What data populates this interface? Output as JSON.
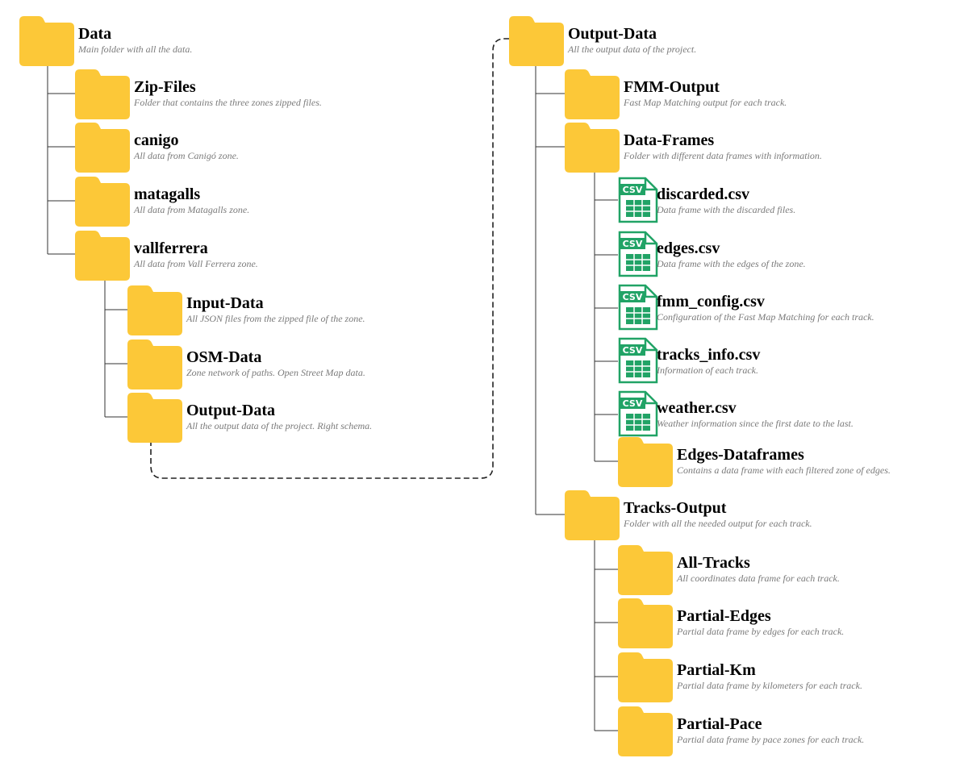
{
  "left_tree": {
    "root": {
      "title": "Data",
      "desc": "Main folder with all the data."
    },
    "children": [
      {
        "title": "Zip-Files",
        "desc": "Folder that contains the three zones zipped files."
      },
      {
        "title": "canigo",
        "desc": "All data from Canigó zone."
      },
      {
        "title": "matagalls",
        "desc": "All data from Matagalls zone."
      },
      {
        "title": "vallferrera",
        "desc": "All data from Vall Ferrera zone."
      }
    ],
    "vallferrera_children": [
      {
        "title": "Input-Data",
        "desc": "All JSON files from the zipped file of the zone."
      },
      {
        "title": "OSM-Data",
        "desc": "Zone network of paths. Open Street Map data."
      },
      {
        "title": "Output-Data",
        "desc": "All the output data of the project. Right schema."
      }
    ]
  },
  "right_tree": {
    "root": {
      "title": "Output-Data",
      "desc": "All the output data of the project."
    },
    "fmm_output": {
      "title": "FMM-Output",
      "desc": "Fast Map Matching output for each track."
    },
    "data_frames": {
      "title": "Data-Frames",
      "desc": "Folder with different data frames with information."
    },
    "data_frames_children": [
      {
        "title": "discarded.csv",
        "desc": "Data frame with the discarded files."
      },
      {
        "title": "edges.csv",
        "desc": "Data frame with the edges of the zone."
      },
      {
        "title": "fmm_config.csv",
        "desc": "Configuration of the Fast Map Matching for each track."
      },
      {
        "title": "tracks_info.csv",
        "desc": "Information of each track."
      },
      {
        "title": "weather.csv",
        "desc": "Weather information since the first date to the last."
      }
    ],
    "edges_dataframes": {
      "title": "Edges-Dataframes",
      "desc": "Contains a data frame with each filtered zone of edges."
    },
    "tracks_output": {
      "title": "Tracks-Output",
      "desc": "Folder with all the needed output for each track."
    },
    "tracks_output_children": [
      {
        "title": "All-Tracks",
        "desc": "All coordinates data frame for each track."
      },
      {
        "title": "Partial-Edges",
        "desc": "Partial data frame by edges for each track."
      },
      {
        "title": "Partial-Km",
        "desc": "Partial data frame by kilometers for each track."
      },
      {
        "title": "Partial-Pace",
        "desc": "Partial data frame by pace zones for each track."
      }
    ]
  },
  "icons": {
    "folder": "folder-icon",
    "csv": "csv-file-icon",
    "csv_badge": "CSV"
  },
  "colors": {
    "folder": "#FCC838",
    "csv_green": "#21A366",
    "line": "#333333",
    "title": "#000000",
    "desc": "#7A7A7A"
  }
}
